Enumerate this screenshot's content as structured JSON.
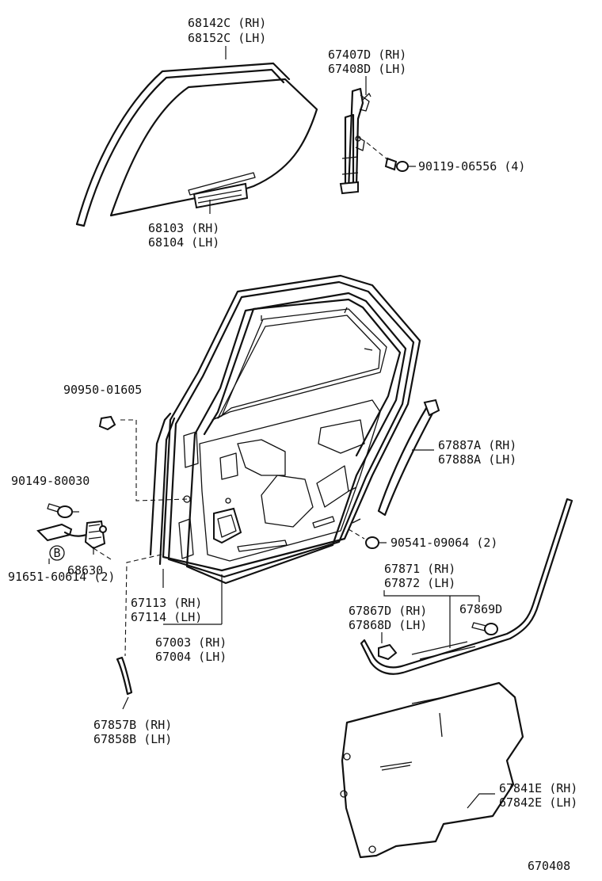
{
  "diagram_id": "670408",
  "parts": {
    "glass_run": {
      "lines": [
        "68142C (RH)",
        "68152C (LH)"
      ]
    },
    "door_glass": {
      "lines": [
        "68103 (RH)",
        "68104 (LH)"
      ]
    },
    "window_regulator": {
      "lines": [
        "67407D (RH)",
        "67408D (LH)"
      ]
    },
    "regulator_bolt": {
      "lines": [
        "90119-06556 (4)"
      ]
    },
    "clip": {
      "lines": [
        "90950-01605"
      ]
    },
    "check_bolt": {
      "lines": [
        "90149-80030"
      ]
    },
    "door_check": {
      "lines": [
        "68630"
      ],
      "callout_letter": "B"
    },
    "check_screw": {
      "lines": [
        "91651-60614 (2)"
      ]
    },
    "rear_weatherstrip": {
      "lines": [
        "67887A (RH)",
        "67888A (LH)"
      ]
    },
    "door_plug": {
      "lines": [
        "90541-09064 (2)"
      ]
    },
    "outer_weatherstrip_group": {
      "lines": [
        "67871 (RH)",
        "67872 (LH)"
      ]
    },
    "weatherstrip_clip": {
      "lines": [
        "67867D (RH)",
        "67868D (LH)"
      ]
    },
    "weatherstrip_retainer": {
      "lines": [
        "67869D"
      ]
    },
    "door_seal": {
      "lines": [
        "67113 (RH)",
        "67114 (LH)"
      ]
    },
    "door_panel": {
      "lines": [
        "67003 (RH)",
        "67004 (LH)"
      ]
    },
    "lower_seal": {
      "lines": [
        "67857B (RH)",
        "67858B (LH)"
      ]
    },
    "service_hole_cover": {
      "lines": [
        "67841E (RH)",
        "67842E (LH)"
      ]
    }
  }
}
